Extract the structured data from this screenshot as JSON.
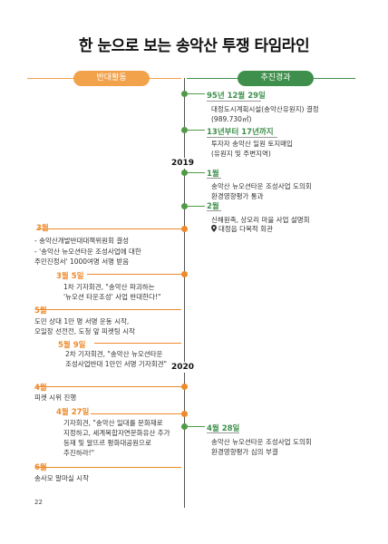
{
  "title": "한 눈으로 보는 송악산 투쟁 타임라인",
  "headers": {
    "left": "반대활동",
    "right": "추진경과"
  },
  "years": [
    "2019",
    "2020"
  ],
  "right_events": [
    {
      "date": "95년 12월 29일",
      "lines": [
        "대정도시계획시설(송악산유원지) 결정",
        "(989.730㎡)"
      ]
    },
    {
      "date": "13년부터 17년까지",
      "lines": [
        "투자자 송악산 일원 토지매입",
        "(유원지 및 주변지역)"
      ]
    },
    {
      "date": "1월",
      "lines": [
        "송악산 뉴오션타운 조성사업 도의회",
        "환경영향평가 통과"
      ]
    },
    {
      "date": "2월",
      "lines": [
        "신해원족, 상모리 마을 사업 설명회"
      ],
      "location_icon": "location-pin-icon",
      "location": "대정읍 다목적 회관"
    },
    {
      "date": "4월 28일",
      "lines": [
        "송악산 뉴오션타운 조성사업 도의회",
        "환경영향평가 심의 부결"
      ]
    }
  ],
  "left_events": [
    {
      "date": "3월",
      "lines": [
        "- 송악산개발반대대책위원회 결성",
        "- '송악산 뉴오션타운 조성사업에 대한",
        "  주민진정서' 1000여명 서명 받음"
      ]
    },
    {
      "date": "3월 5일",
      "lines": [
        "1차 기자회견, \"송악산 파괴하는",
        "'뉴오션 타운조성' 사업 반대한다!\""
      ]
    },
    {
      "date": "5월",
      "lines": [
        "도민 상대 1만 명 서명 운동 시작,",
        "오일장 선전전, 도청 앞 피켓팅 시작"
      ]
    },
    {
      "date": "5월 9일",
      "lines": [
        "2차 기자회견, \"송악산 뉴오션타운",
        "조성사업반대 1만인 서명 기자회견\""
      ]
    },
    {
      "date": "4월",
      "lines": [
        "피켓 시위 진행"
      ]
    },
    {
      "date": "4월 27일",
      "lines": [
        "기자회견, \"송악산 일대를 문화재로",
        "지정하고, 세계복합자연문화유산 추가",
        "등재 및 알뜨르 평화대공원으로",
        "추진하라!\""
      ]
    },
    {
      "date": "6월",
      "lines": [
        "송사모 말마실 시작"
      ]
    }
  ],
  "page_number": "22"
}
